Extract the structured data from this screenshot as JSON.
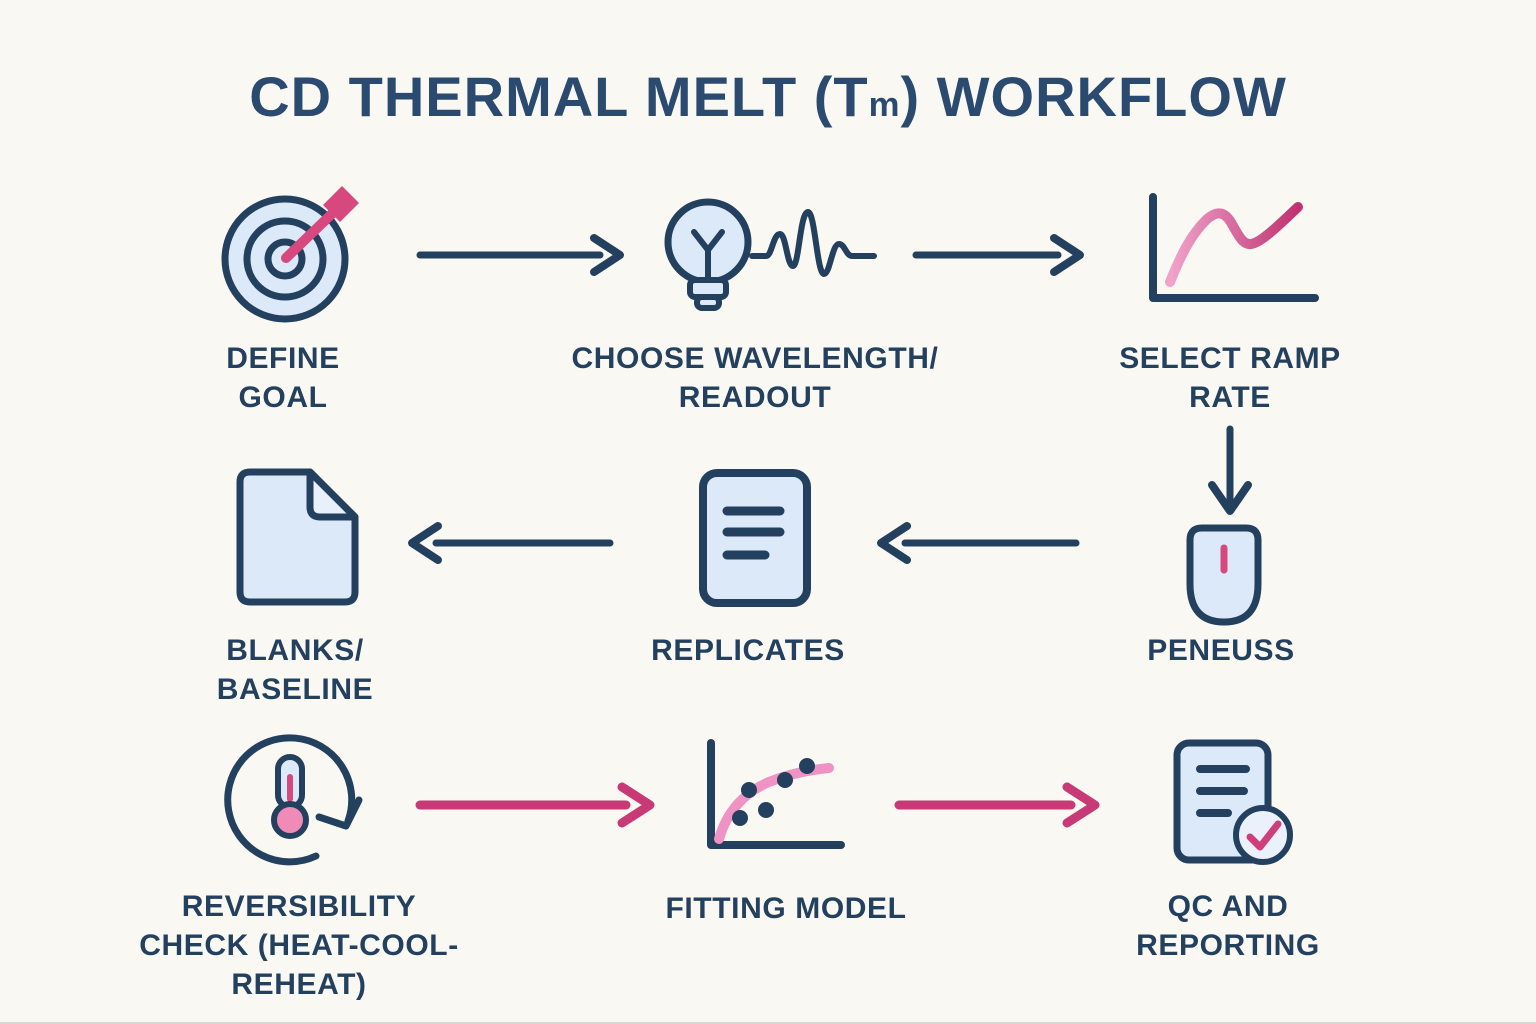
{
  "title": {
    "pre": "CD THERMAL MELT (T",
    "sub": "m",
    "post": ") WORKFLOW"
  },
  "colors": {
    "background": "#faf8f3",
    "navy": "#24405f",
    "pink": "#c73a75",
    "pink_bright": "#d6487e",
    "light_blue": "#dbe9f8"
  },
  "nodes": {
    "define_goal": {
      "label": "DEFINE\nGOAL",
      "icon": "target-dart-icon"
    },
    "choose_wavelength": {
      "label": "CHOOSE WAVELENGTH/\nREADOUT",
      "icon": "lightbulb-signal-icon"
    },
    "select_ramp_rate": {
      "label": "SELECT RAMP\nRATE",
      "icon": "ramp-chart-icon"
    },
    "peneuss": {
      "label": "PENEUSS",
      "icon": "cuvette-icon"
    },
    "replicates": {
      "label": "REPLICATES",
      "icon": "document-lines-icon"
    },
    "blanks_baseline": {
      "label": "BLANKS/\nBASELINE",
      "icon": "blank-document-icon"
    },
    "reversibility_check": {
      "label": "REVERSIBILITY\nCHECK (HEAT-COOL-\nREHEAT)",
      "icon": "thermometer-cycle-icon"
    },
    "fitting_model": {
      "label": "FITTING MODEL",
      "icon": "scatter-fit-icon"
    },
    "qc_reporting": {
      "label": "QC AND\nREPORTING",
      "icon": "report-check-icon"
    }
  }
}
